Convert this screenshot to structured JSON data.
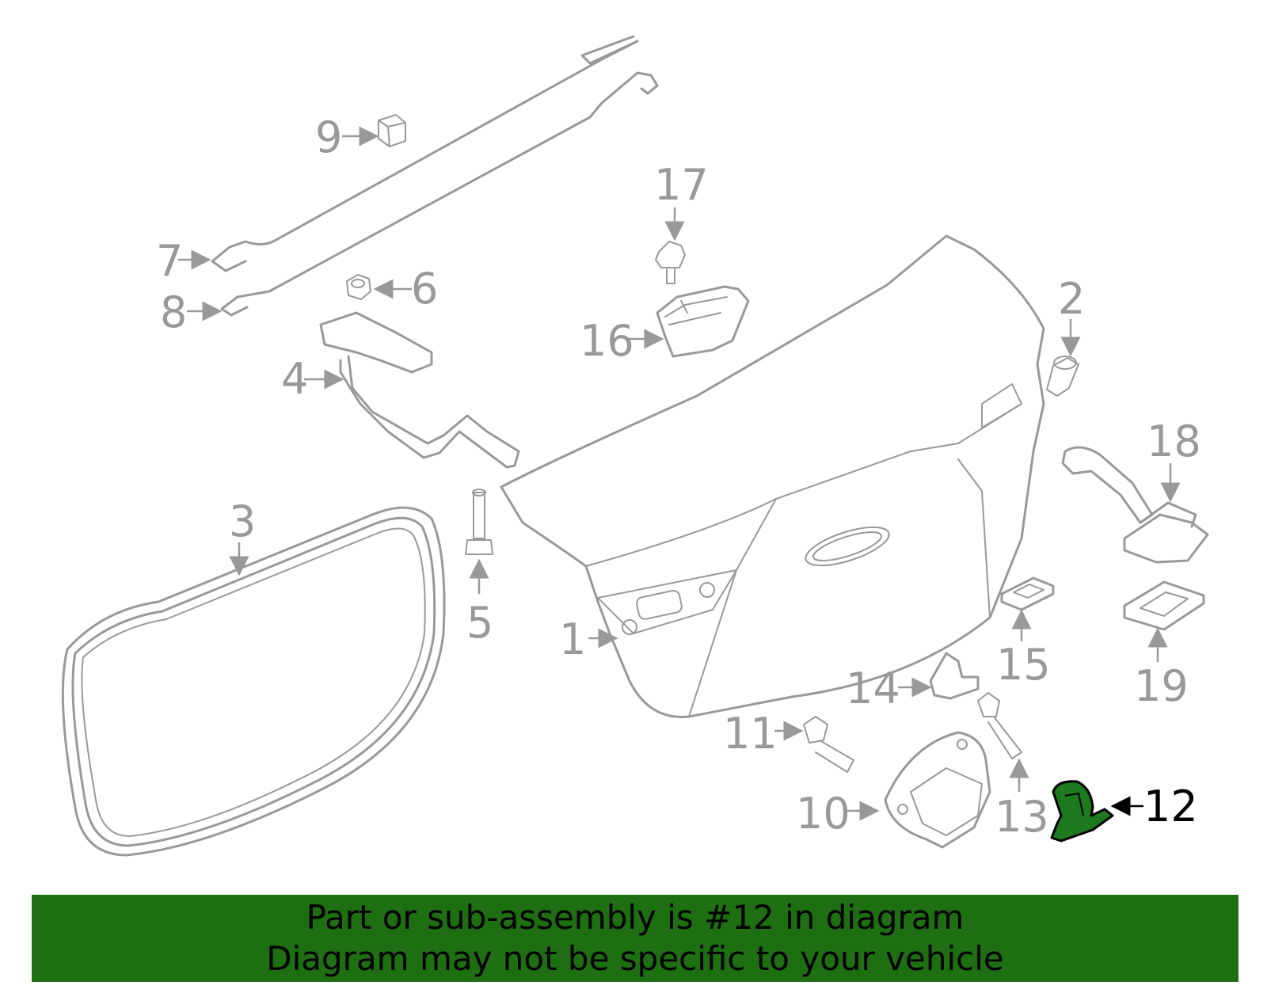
{
  "labels": {
    "l1": "1",
    "l2": "2",
    "l3": "3",
    "l4": "4",
    "l5": "5",
    "l6": "6",
    "l7": "7",
    "l8": "8",
    "l9": "9",
    "l10": "10",
    "l11": "11",
    "l12": "12",
    "l13": "13",
    "l14": "14",
    "l15": "15",
    "l16": "16",
    "l17": "17",
    "l18": "18",
    "l19": "19"
  },
  "highlight": {
    "part_number": "12",
    "color": "#1e7a1e"
  },
  "banner": {
    "line1": "Part or sub-assembly is #12 in diagram",
    "line2": "Diagram may not be specific to your vehicle",
    "background": "#1e6e12"
  }
}
